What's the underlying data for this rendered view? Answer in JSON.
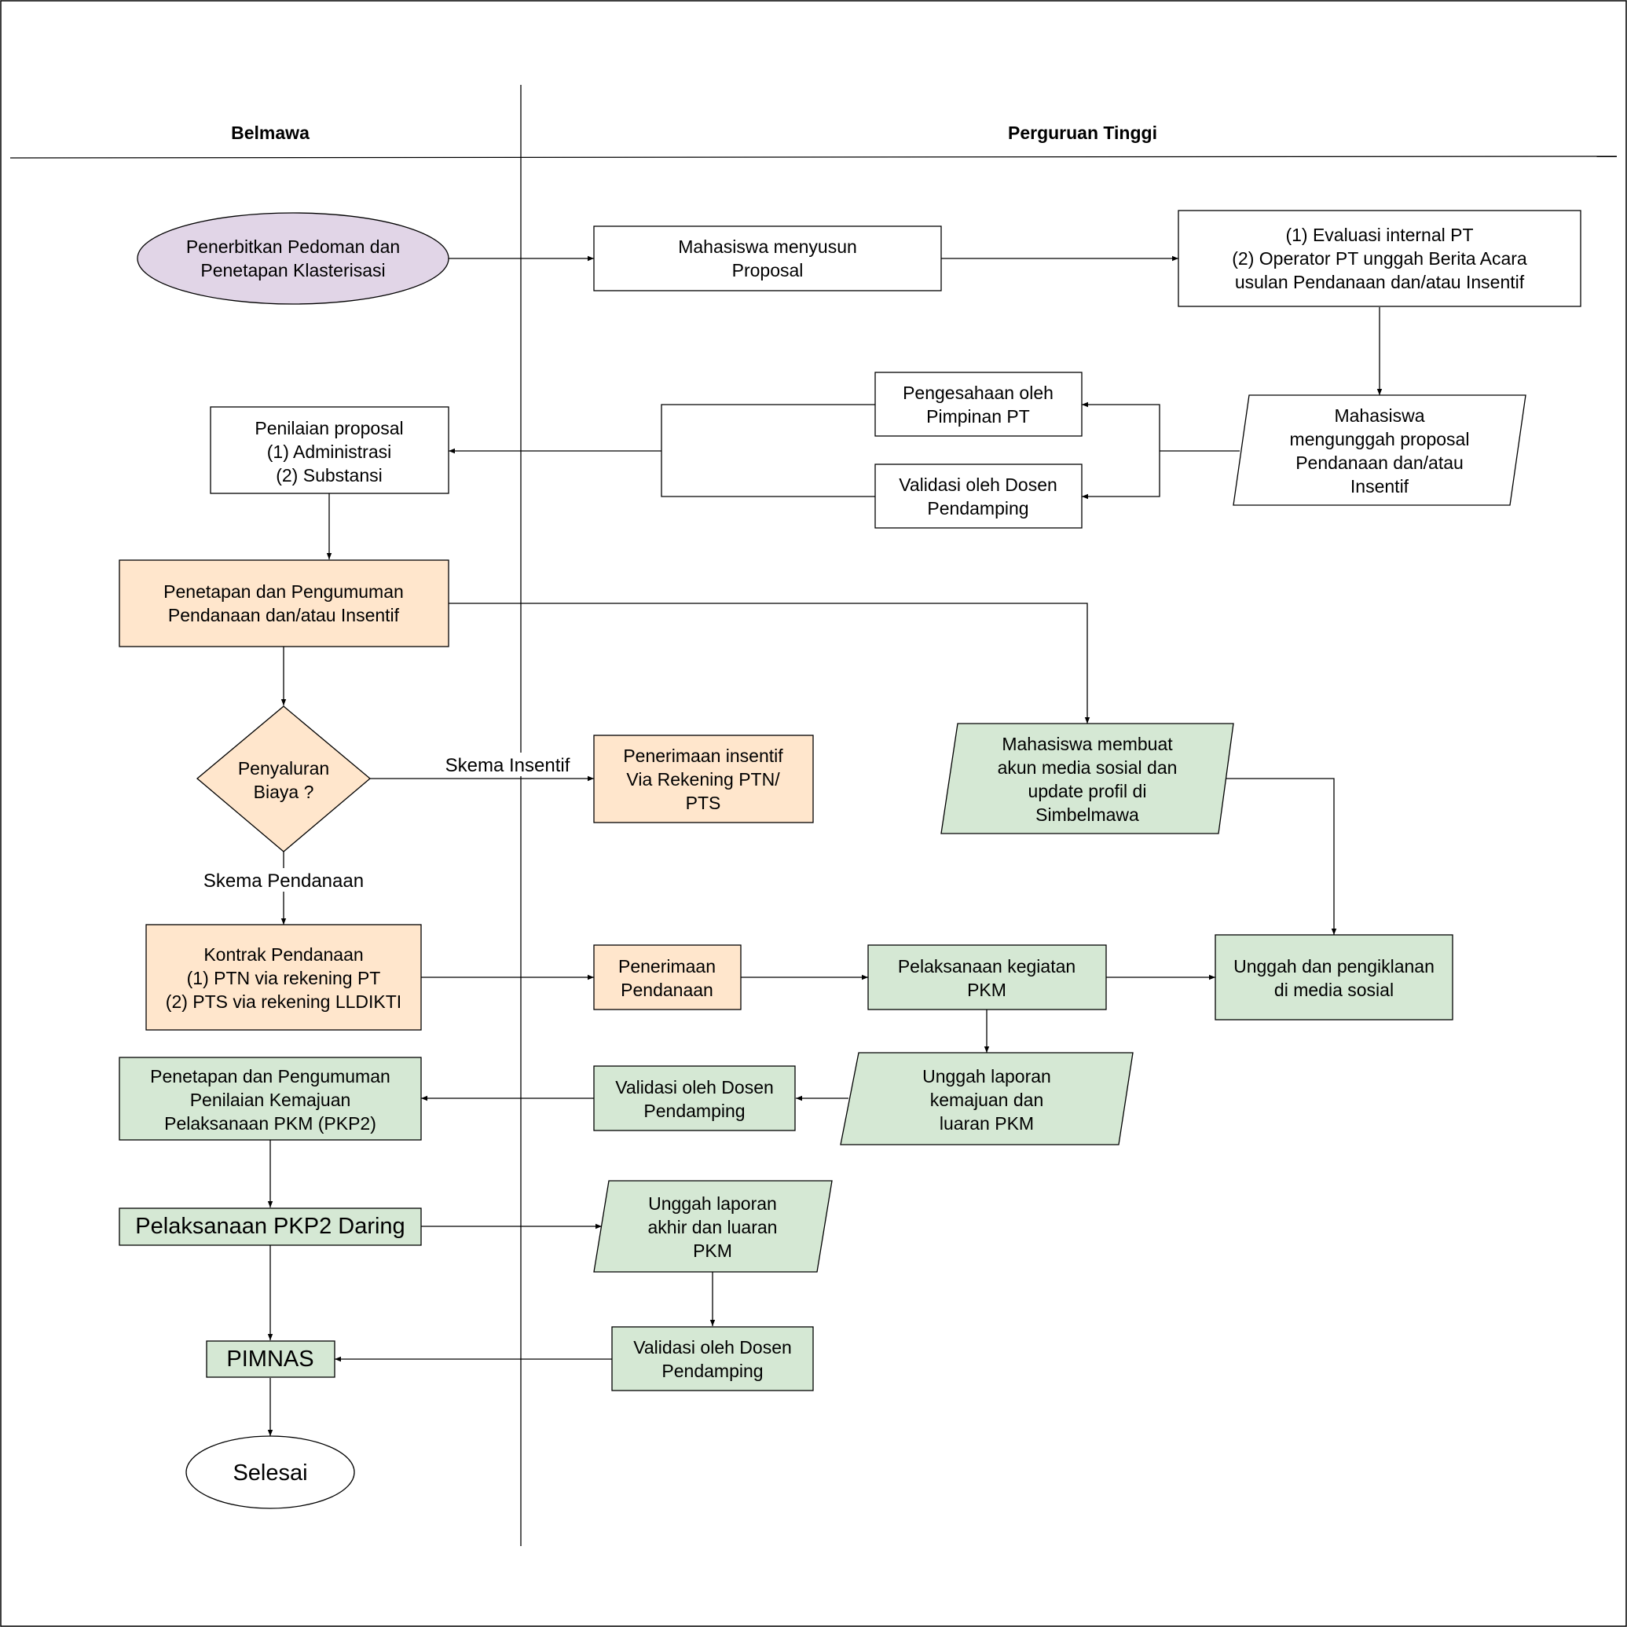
{
  "lanes": {
    "left": "Belmawa",
    "right": "Perguruan Tinggi"
  },
  "colors": {
    "purple": "#e1d5e7",
    "orange": "#ffe6cc",
    "green": "#d5e8d4",
    "white": "#ffffff",
    "stroke": "#000000"
  },
  "nodes": {
    "start": [
      "Penerbitkan Pedoman dan",
      "Penetapan Klasterisasi"
    ],
    "menyusun": [
      "Mahasiswa menyusun",
      "Proposal"
    ],
    "evaluasi": [
      "(1) Evaluasi internal PT",
      "(2) Operator PT unggah Berita Acara",
      "usulan Pendanaan dan/atau Insentif"
    ],
    "unggah_proposal": [
      "Mahasiswa",
      "mengunggah proposal",
      "Pendanaan dan/atau",
      "Insentif"
    ],
    "pengesahan": [
      "Pengesahaan oleh",
      "Pimpinan PT"
    ],
    "validasi1": [
      "Validasi oleh Dosen",
      "Pendamping"
    ],
    "penilaian": [
      "Penilaian proposal",
      "(1) Administrasi",
      "(2) Substansi"
    ],
    "penetapan": [
      "Penetapan dan Pengumuman",
      "Pendanaan dan/atau Insentif"
    ],
    "penyaluran": [
      "Penyaluran",
      "Biaya ?"
    ],
    "insentif": [
      "Penerimaan insentif",
      "Via Rekening PTN/",
      "PTS"
    ],
    "medsos_akun": [
      "Mahasiswa membuat",
      "akun media sosial dan",
      "update profil di",
      "Simbelmawa"
    ],
    "kontrak": [
      "Kontrak Pendanaan",
      "(1) PTN via rekening PT",
      "(2) PTS via rekening LLDIKTI"
    ],
    "penerimaan_dana": [
      "Penerimaan",
      "Pendanaan"
    ],
    "pelaksanaan": [
      "Pelaksanaan kegiatan",
      "PKM"
    ],
    "unggah_medsos": [
      "Unggah dan pengiklanan",
      "di media sosial"
    ],
    "laporan_kemajuan": [
      "Unggah laporan",
      "kemajuan dan",
      "luaran PKM"
    ],
    "validasi2": [
      "Validasi oleh Dosen",
      "Pendamping"
    ],
    "pkp2": [
      "Penetapan dan Pengumuman",
      "Penilaian Kemajuan",
      "Pelaksanaan PKM (PKP2)"
    ],
    "pkp2_daring": [
      "Pelaksanaan PKP2 Daring"
    ],
    "laporan_akhir": [
      "Unggah laporan",
      "akhir dan luaran",
      "PKM"
    ],
    "validasi3": [
      "Validasi oleh Dosen",
      "Pendamping"
    ],
    "pimnas": [
      "PIMNAS"
    ],
    "selesai": [
      "Selesai"
    ]
  },
  "edge_labels": {
    "insentif": "Skema Insentif",
    "pendanaan": "Skema Pendanaan"
  }
}
